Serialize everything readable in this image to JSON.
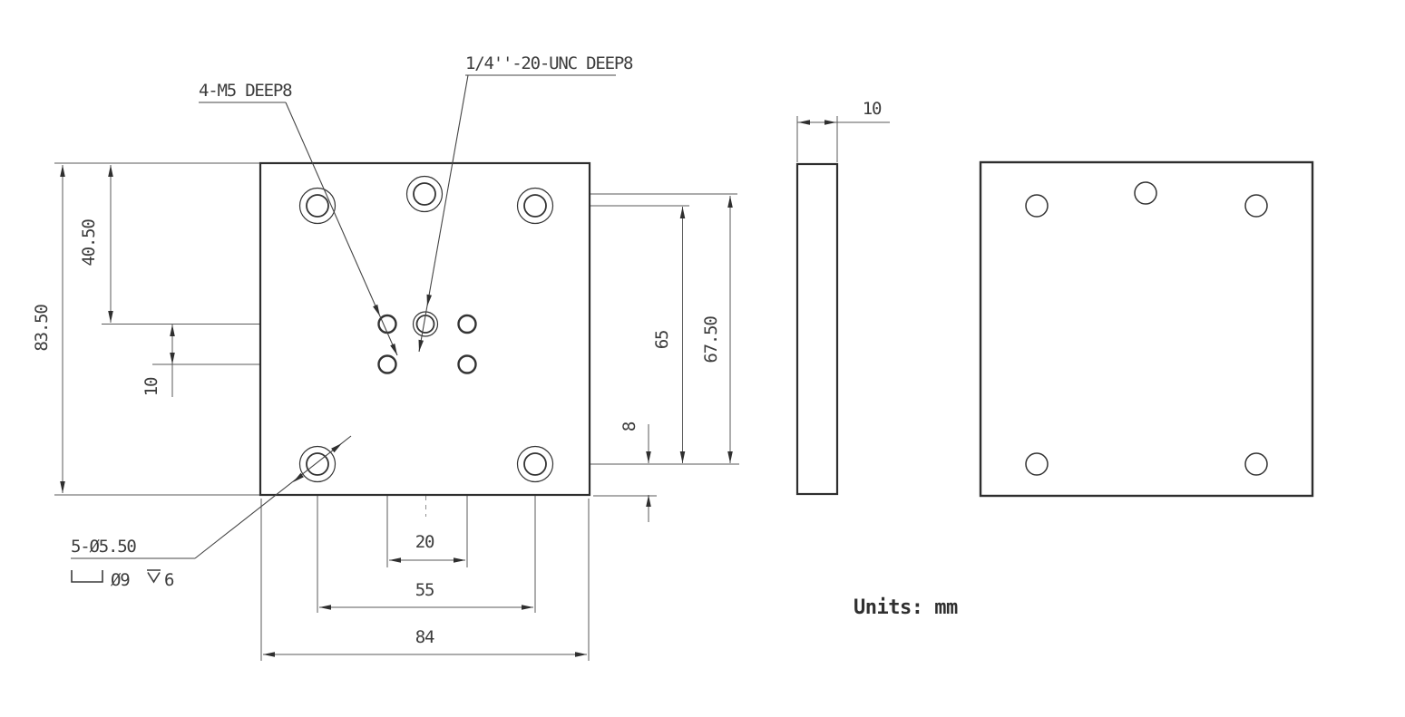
{
  "drawing": {
    "front_view": {
      "callouts": {
        "m5_holes": "4-M5 DEEP8",
        "unc_hole": "1/4''-20-UNC DEEP8",
        "cb_holes": "5-Ø5.50",
        "cb_diameter": "Ø9",
        "cb_depth": "6"
      },
      "dimensions": {
        "plate_width": "84",
        "corner_hole_span_x": "55",
        "m5_hole_span_x": "20",
        "plate_height": "83.50",
        "top_to_m5_row": "40.50",
        "m5_row_spacing": "10",
        "corner_hole_span_y": "65",
        "center_hole_span_y": "67.50",
        "bottom_hole_to_edge": "8"
      }
    },
    "side_view": {
      "dimensions": {
        "thickness": "10"
      }
    },
    "notes": {
      "units": "Units: mm"
    },
    "colors": {
      "line": "#2e2e2e",
      "thin_line": "#5a5a5a",
      "centerline": "#8f8f8f",
      "text": "#3c3c3c",
      "background": "#ffffff"
    }
  }
}
